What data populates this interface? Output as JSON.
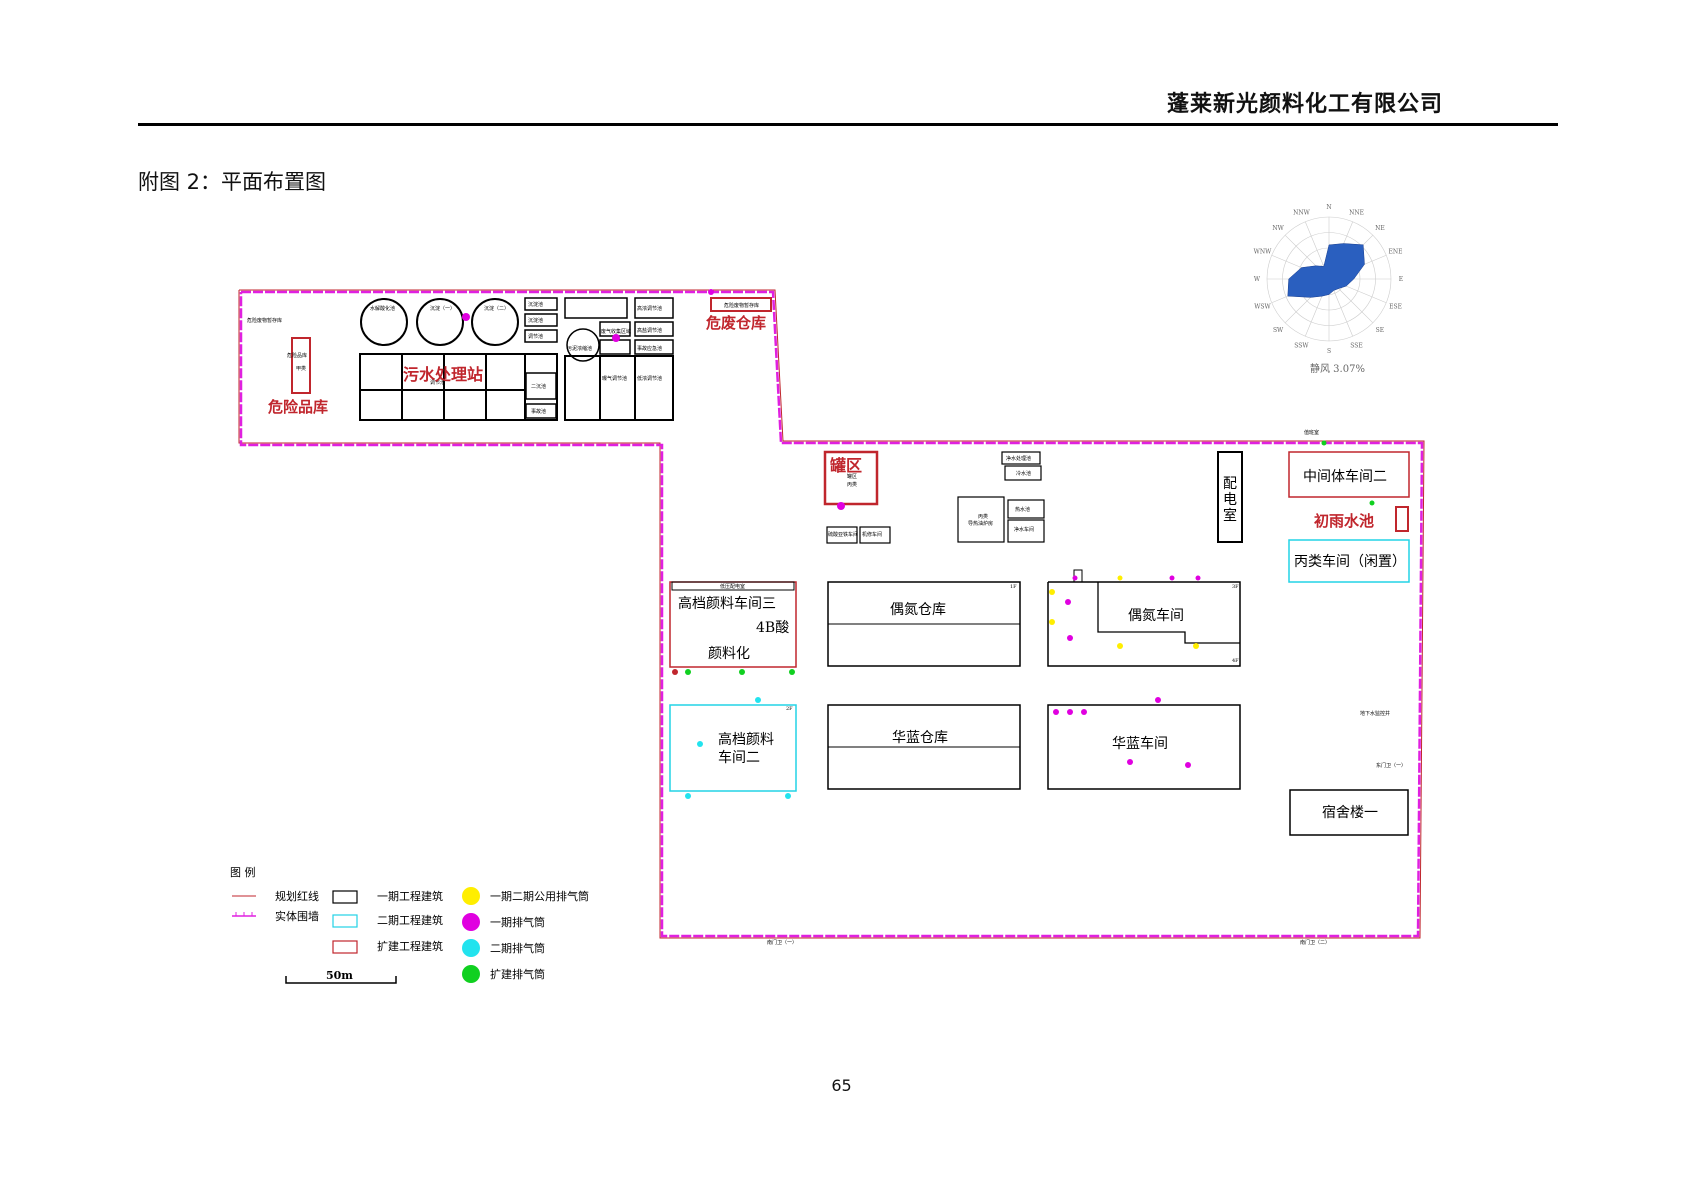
{
  "header": {
    "company": "蓬莱新光颜料化工有限公司",
    "caption": "附图 2：平面布置图",
    "page_number": "65"
  },
  "colors": {
    "wall": "#e020e0",
    "phase1": "#000000",
    "phase2": "#22d3e6",
    "expansion": "#c0262d",
    "redline": "#c0262d",
    "stack_common": "#ffee00",
    "stack_phase1": "#e000e0",
    "stack_phase2": "#22e3ee",
    "stack_expansion": "#10d020",
    "windrose_fill": "#2a5fbf"
  },
  "windrose": {
    "directions": [
      "N",
      "NNE",
      "NE",
      "ENE",
      "E",
      "ESE",
      "SE",
      "SSE",
      "S",
      "SSW",
      "SW",
      "WSW",
      "W",
      "WNW",
      "NW",
      "NNW"
    ],
    "calm": "静风 3.07%"
  },
  "areas": {
    "hazardous_storage": "危险品库",
    "hazardous_storage_inner": "危险品库",
    "hazardous_storage_inner2": "甲类",
    "hazardous_waste": "危废仓库",
    "hazardous_waste_inner": "危险废物暂存库",
    "wastewater_station": "污水处理站",
    "wastewater_inner": "调节池",
    "tank_farm": "罐区",
    "tank_farm_inner1": "罐区",
    "tank_farm_inner2": "丙类",
    "power_room": "配电室",
    "intermediate_workshop2": "中间体车间二",
    "rain_pool": "初雨水池",
    "class_c_workshop": "丙类车间（闲置）",
    "pigment_workshop3": "高档颜料车间三",
    "acid_4b": "4B酸",
    "pigmentation": "颜料化",
    "azo_warehouse": "偶氮仓库",
    "azo_workshop": "偶氮车间",
    "pigment_workshop2_line1": "高档颜料",
    "pigment_workshop2_line2": "车间二",
    "hualan_warehouse": "华蓝仓库",
    "hualan_workshop": "华蓝车间",
    "dormitory1": "宿舍楼一"
  },
  "small_labels": {
    "ws_tank1": "水解酸化池",
    "ws_tank2": "沉淀（一）",
    "ws_tank3": "沉淀（二）",
    "ws_r1": "沉淀池",
    "ws_r2": "沉淀池",
    "ws_r3": "调节池",
    "ws_r4": "二沉池",
    "ws_r5": "事故池",
    "ws_r6": "污泥浓缩池",
    "ws_r7": "曝气调节池",
    "ws_r8": "高浓调节池",
    "ws_r9": "高盐调节池",
    "ws_r10": "事故应急池",
    "ws_r11": "低浓调节池",
    "ws_r12": "危险废物暂存库",
    "ws_r13": "废气收集区域",
    "util_1": "净水处理池",
    "util_2": "冷水池",
    "util_3": "热水池",
    "util_4": "净水车间",
    "util_5": "丙类",
    "util_6": "导热油炉房",
    "util_7": "硫酸亚铁车间",
    "util_8": "机修车间",
    "util_9": "低压配电室",
    "groundwater_well": "地下水监控井",
    "gate_north": "东门卫（一）",
    "gate_south1": "南门卫（一）",
    "gate_south2": "南门卫（二）",
    "sb_gate": "值班室"
  },
  "floor_tags": {
    "f1": "1F",
    "f2": "2F",
    "f3": "3F",
    "f4": "4F"
  },
  "scale_bar": "50m",
  "legend": {
    "title": "图  例",
    "items": [
      {
        "label": "规划红线"
      },
      {
        "label": "实体围墙"
      },
      {
        "label": "一期工程建筑"
      },
      {
        "label": "二期工程建筑"
      },
      {
        "label": "扩建工程建筑"
      },
      {
        "label": "一期二期公用排气筒"
      },
      {
        "label": "一期排气筒"
      },
      {
        "label": "二期排气筒"
      },
      {
        "label": "扩建排气筒"
      }
    ]
  },
  "windrose_values": [
    0.55,
    0.62,
    0.78,
    0.62,
    0.4,
    0.3,
    0.22,
    0.2,
    0.25,
    0.3,
    0.42,
    0.72,
    0.65,
    0.48,
    0.3,
    0.22
  ]
}
